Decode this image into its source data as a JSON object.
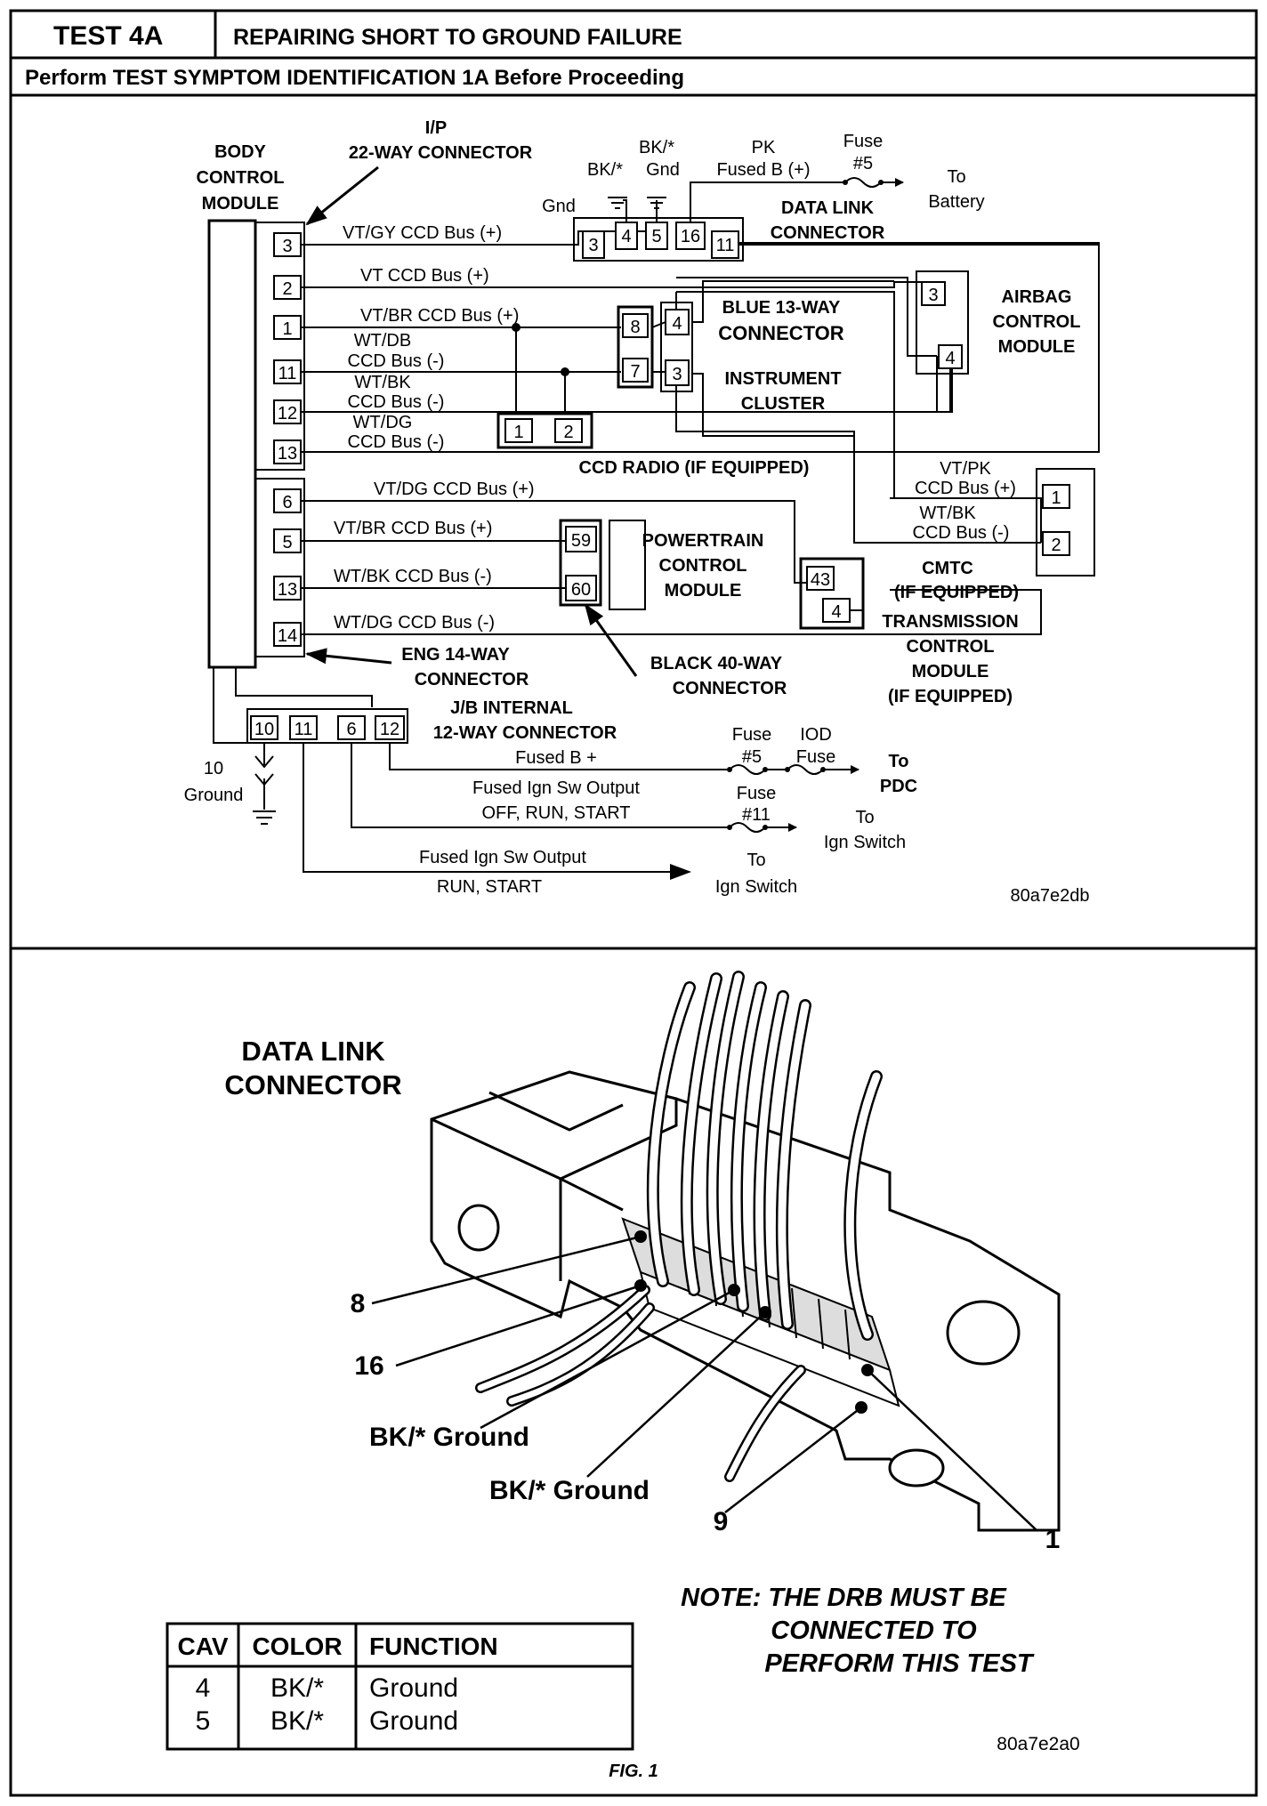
{
  "header": {
    "test_id": "TEST 4A",
    "title": "REPAIRING SHORT TO GROUND FAILURE",
    "subtitle": "Perform TEST SYMPTOM IDENTIFICATION 1A Before Proceeding"
  },
  "wiring": {
    "bcm": [
      "BODY",
      "CONTROL",
      "MODULE"
    ],
    "ip_connector": [
      "I/P",
      "22-WAY CONNECTOR"
    ],
    "bcm_pins_top": [
      "3",
      "2",
      "1",
      "11",
      "12",
      "13"
    ],
    "bcm_pins_bottom": [
      "6",
      "5",
      "13",
      "14"
    ],
    "wires_top": [
      "VT/GY  CCD Bus (+)",
      "VT  CCD Bus (+)",
      "VT/BR  CCD Bus (+)"
    ],
    "wires_top_two_line": [
      [
        "WT/DB",
        "CCD Bus (-)"
      ],
      [
        "WT/BK",
        "CCD Bus (-)"
      ],
      [
        "WT/DG",
        "CCD Bus (-)"
      ]
    ],
    "wires_bottom": [
      "VT/DG  CCD Bus (+)",
      "VT/BR  CCD Bus (+)",
      "WT/BK  CCD Bus (-)",
      "WT/DG  CCD Bus (-)"
    ],
    "dlc_top_labels": {
      "bk1": "BK/*",
      "bk2": "BK/*",
      "gnd1": "Gnd",
      "gnd2": "Gnd",
      "pk": "PK",
      "fused_b": "Fused B (+)",
      "fuse": "Fuse",
      "fuse_num": "#5",
      "to": "To",
      "battery": "Battery"
    },
    "dlc_pins": [
      "3",
      "4",
      "5",
      "16",
      "11"
    ],
    "dlc_label": [
      "DATA LINK",
      "CONNECTOR"
    ],
    "ic_pins": [
      "8",
      "7",
      "4",
      "3"
    ],
    "ic_label": [
      "BLUE 13-WAY",
      "CONNECTOR",
      "INSTRUMENT",
      "CLUSTER"
    ],
    "airbag_pins": [
      "3",
      "4"
    ],
    "airbag_label": [
      "AIRBAG",
      "CONTROL",
      "MODULE"
    ],
    "radio_pins": [
      "1",
      "2"
    ],
    "radio_label": "CCD RADIO (IF EQUIPPED)",
    "cmtc_wires": [
      [
        "VT/PK",
        "CCD Bus (+)"
      ],
      [
        "WT/BK",
        "CCD Bus (-)"
      ]
    ],
    "cmtc_pins": [
      "1",
      "2"
    ],
    "cmtc_label": [
      "CMTC",
      "(IF EQUIPPED)"
    ],
    "pcm_pins": [
      "59",
      "60"
    ],
    "pcm_label": [
      "POWERTRAIN",
      "CONTROL",
      "MODULE"
    ],
    "tcm_pins": [
      "43",
      "4"
    ],
    "tcm_label": [
      "TRANSMISSION",
      "CONTROL",
      "MODULE",
      "(IF EQUIPPED)"
    ],
    "eng_connector": [
      "ENG 14-WAY",
      "CONNECTOR"
    ],
    "black_connector": [
      "BLACK 40-WAY",
      "CONNECTOR"
    ],
    "jb_connector": [
      "J/B INTERNAL",
      "12-WAY CONNECTOR"
    ],
    "jb_pins": [
      "10",
      "11",
      "6",
      "12"
    ],
    "ground_label": [
      "10",
      "Ground"
    ],
    "fused_b_plus": "Fused B +",
    "fuse5": [
      "Fuse",
      "#5"
    ],
    "iod": [
      "IOD",
      "Fuse"
    ],
    "to_pdc": [
      "To",
      "PDC"
    ],
    "fused_ign_1": [
      "Fused Ign Sw Output",
      "OFF, RUN, START"
    ],
    "fuse11": [
      "Fuse",
      "#11"
    ],
    "to_ign_1": [
      "To",
      "Ign Switch"
    ],
    "fused_ign_2": [
      "Fused Ign Sw Output",
      "RUN, START"
    ],
    "to_ign_2": [
      "To",
      "Ign Switch"
    ],
    "figure_code": "80a7e2db"
  },
  "connector_view": {
    "title": [
      "DATA LINK",
      "CONNECTOR"
    ],
    "callouts": [
      "8",
      "16",
      "BK/* Ground",
      "BK/* Ground",
      "9",
      "1"
    ],
    "note": [
      "NOTE: THE DRB MUST BE",
      "CONNECTED TO",
      "PERFORM THIS TEST"
    ],
    "figure_code": "80a7e2a0",
    "fig_label": "FIG. 1"
  },
  "pin_table": {
    "headers": [
      "CAV",
      "COLOR",
      "FUNCTION"
    ],
    "rows": [
      [
        "4",
        "BK/*",
        "Ground"
      ],
      [
        "5",
        "BK/*",
        "Ground"
      ]
    ]
  }
}
